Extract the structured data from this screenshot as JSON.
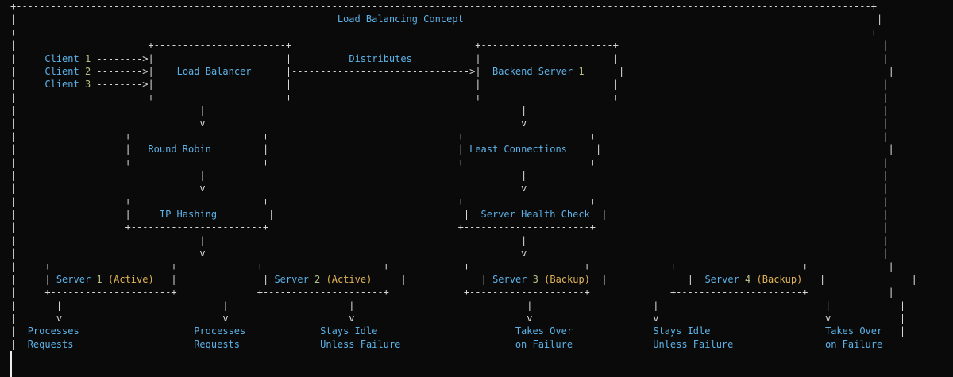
{
  "title": "Load Balancing Concept",
  "palette": {
    "background": "#0a0a0a",
    "structure_gray": "#d8d8d8",
    "label_blue": "#5cb2e8",
    "number_green": "#b9c083",
    "status_yellow": "#e0b456",
    "cursor_white": "#ececec"
  },
  "cursor": {
    "row": 27,
    "col": 0,
    "rows_tall": 2,
    "visible": true
  },
  "rows": [
    [
      [
        0,
        "+"
      ],
      [
        1,
        "-",
        "s",
        149
      ],
      [
        150,
        "+"
      ]
    ],
    [
      [
        0,
        "|"
      ],
      [
        57,
        "Load Balancing Concept",
        "b"
      ],
      [
        151,
        "|"
      ]
    ],
    [
      [
        0,
        "+"
      ],
      [
        1,
        "-",
        "s",
        149
      ],
      [
        150,
        "+"
      ]
    ],
    [
      [
        0,
        "|"
      ],
      [
        24,
        "+"
      ],
      [
        25,
        "-",
        "s",
        23
      ],
      [
        48,
        "+"
      ],
      [
        81,
        "+"
      ],
      [
        82,
        "-",
        "s",
        23
      ],
      [
        105,
        "+"
      ],
      [
        152,
        "|"
      ]
    ],
    [
      [
        0,
        "|"
      ],
      [
        6,
        "Client",
        "b"
      ],
      [
        13,
        "1",
        "g"
      ],
      [
        15,
        "-",
        "s",
        8
      ],
      [
        23,
        ">"
      ],
      [
        24,
        "|"
      ],
      [
        48,
        "|"
      ],
      [
        59,
        "Distributes",
        "b"
      ],
      [
        81,
        "|"
      ],
      [
        105,
        "|"
      ],
      [
        152,
        "|"
      ]
    ],
    [
      [
        0,
        "|"
      ],
      [
        6,
        "Client",
        "b"
      ],
      [
        13,
        "2",
        "g"
      ],
      [
        15,
        "-",
        "s",
        8
      ],
      [
        23,
        ">"
      ],
      [
        24,
        "|"
      ],
      [
        29,
        "Load Balancer",
        "b"
      ],
      [
        48,
        "|"
      ],
      [
        49,
        "-",
        "s",
        31
      ],
      [
        80,
        ">"
      ],
      [
        81,
        "|"
      ],
      [
        84,
        "Backend Server",
        "b"
      ],
      [
        99,
        "1",
        "g"
      ],
      [
        106,
        "|"
      ],
      [
        153,
        "|"
      ]
    ],
    [
      [
        0,
        "|"
      ],
      [
        6,
        "Client",
        "b"
      ],
      [
        13,
        "3",
        "g"
      ],
      [
        15,
        "-",
        "s",
        8
      ],
      [
        23,
        ">"
      ],
      [
        24,
        "|"
      ],
      [
        48,
        "|"
      ],
      [
        81,
        "|"
      ],
      [
        105,
        "|"
      ],
      [
        152,
        "|"
      ]
    ],
    [
      [
        0,
        "|"
      ],
      [
        24,
        "+"
      ],
      [
        25,
        "-",
        "s",
        23
      ],
      [
        48,
        "+"
      ],
      [
        81,
        "+"
      ],
      [
        82,
        "-",
        "s",
        23
      ],
      [
        105,
        "+"
      ],
      [
        152,
        "|"
      ]
    ],
    [
      [
        0,
        "|"
      ],
      [
        33,
        "|"
      ],
      [
        89,
        "|"
      ],
      [
        152,
        "|"
      ]
    ],
    [
      [
        0,
        "|"
      ],
      [
        33,
        "v"
      ],
      [
        89,
        "v"
      ],
      [
        152,
        "|"
      ]
    ],
    [
      [
        0,
        "|"
      ],
      [
        20,
        "+"
      ],
      [
        21,
        "-",
        "s",
        23
      ],
      [
        44,
        "+"
      ],
      [
        78,
        "+"
      ],
      [
        79,
        "-",
        "s",
        22
      ],
      [
        101,
        "+"
      ],
      [
        152,
        "|"
      ]
    ],
    [
      [
        0,
        "|"
      ],
      [
        20,
        "|"
      ],
      [
        24,
        "Round Robin",
        "b"
      ],
      [
        44,
        "|"
      ],
      [
        78,
        "|"
      ],
      [
        80,
        "Least Connections",
        "b"
      ],
      [
        102,
        "|"
      ],
      [
        153,
        "|"
      ]
    ],
    [
      [
        0,
        "|"
      ],
      [
        20,
        "+"
      ],
      [
        21,
        "-",
        "s",
        23
      ],
      [
        44,
        "+"
      ],
      [
        78,
        "+"
      ],
      [
        79,
        "-",
        "s",
        22
      ],
      [
        101,
        "+"
      ],
      [
        152,
        "|"
      ]
    ],
    [
      [
        0,
        "|"
      ],
      [
        33,
        "|"
      ],
      [
        89,
        "|"
      ],
      [
        152,
        "|"
      ]
    ],
    [
      [
        0,
        "|"
      ],
      [
        33,
        "v"
      ],
      [
        89,
        "v"
      ],
      [
        152,
        "|"
      ]
    ],
    [
      [
        0,
        "|"
      ],
      [
        20,
        "+"
      ],
      [
        21,
        "-",
        "s",
        23
      ],
      [
        44,
        "+"
      ],
      [
        78,
        "+"
      ],
      [
        79,
        "-",
        "s",
        22
      ],
      [
        101,
        "+"
      ],
      [
        152,
        "|"
      ]
    ],
    [
      [
        0,
        "|"
      ],
      [
        20,
        "|"
      ],
      [
        26,
        "IP Hashing",
        "b"
      ],
      [
        45,
        "|"
      ],
      [
        79,
        "|"
      ],
      [
        82,
        "Server Health Check",
        "b"
      ],
      [
        103,
        "|"
      ],
      [
        152,
        "|"
      ]
    ],
    [
      [
        0,
        "|"
      ],
      [
        20,
        "+"
      ],
      [
        21,
        "-",
        "s",
        23
      ],
      [
        44,
        "+"
      ],
      [
        78,
        "+"
      ],
      [
        79,
        "-",
        "s",
        22
      ],
      [
        101,
        "+"
      ],
      [
        152,
        "|"
      ]
    ],
    [
      [
        0,
        "|"
      ],
      [
        33,
        "|"
      ],
      [
        89,
        "|"
      ],
      [
        152,
        "|"
      ]
    ],
    [
      [
        0,
        "|"
      ],
      [
        33,
        "v"
      ],
      [
        89,
        "v"
      ],
      [
        152,
        "|"
      ]
    ],
    [
      [
        0,
        "|"
      ],
      [
        6,
        "+"
      ],
      [
        7,
        "-",
        "s",
        21
      ],
      [
        28,
        "+"
      ],
      [
        43,
        "+"
      ],
      [
        44,
        "-",
        "s",
        21
      ],
      [
        65,
        "+"
      ],
      [
        79,
        "+"
      ],
      [
        80,
        "-",
        "s",
        20
      ],
      [
        100,
        "+"
      ],
      [
        115,
        "+"
      ],
      [
        116,
        "-",
        "s",
        22
      ],
      [
        138,
        "+"
      ],
      [
        153,
        "|"
      ]
    ],
    [
      [
        0,
        "|"
      ],
      [
        6,
        "|"
      ],
      [
        8,
        "Server",
        "b"
      ],
      [
        15,
        "1",
        "g"
      ],
      [
        17,
        "(Active)",
        "y"
      ],
      [
        28,
        "|"
      ],
      [
        44,
        "|"
      ],
      [
        46,
        "Server",
        "b"
      ],
      [
        53,
        "2",
        "g"
      ],
      [
        55,
        "(Active)",
        "y"
      ],
      [
        68,
        "|"
      ],
      [
        82,
        "|"
      ],
      [
        84,
        "Server",
        "b"
      ],
      [
        91,
        "3",
        "g"
      ],
      [
        93,
        "(Backup)",
        "y"
      ],
      [
        103,
        "|"
      ],
      [
        118,
        "|"
      ],
      [
        121,
        "Server",
        "b"
      ],
      [
        128,
        "4",
        "g"
      ],
      [
        130,
        "(Backup)",
        "y"
      ],
      [
        141,
        "|"
      ],
      [
        157,
        "|"
      ]
    ],
    [
      [
        0,
        "|"
      ],
      [
        6,
        "+"
      ],
      [
        7,
        "-",
        "s",
        21
      ],
      [
        28,
        "+"
      ],
      [
        43,
        "+"
      ],
      [
        44,
        "-",
        "s",
        21
      ],
      [
        65,
        "+"
      ],
      [
        79,
        "+"
      ],
      [
        80,
        "-",
        "s",
        20
      ],
      [
        100,
        "+"
      ],
      [
        115,
        "+"
      ],
      [
        116,
        "-",
        "s",
        22
      ],
      [
        138,
        "+"
      ],
      [
        153,
        "|"
      ]
    ],
    [
      [
        0,
        "|"
      ],
      [
        8,
        "|"
      ],
      [
        37,
        "|"
      ],
      [
        59,
        "|"
      ],
      [
        90,
        "|"
      ],
      [
        112,
        "|"
      ],
      [
        142,
        "|"
      ],
      [
        155,
        "|"
      ]
    ],
    [
      [
        0,
        "|"
      ],
      [
        8,
        "v"
      ],
      [
        37,
        "v"
      ],
      [
        59,
        "v"
      ],
      [
        90,
        "v"
      ],
      [
        112,
        "v"
      ],
      [
        142,
        "v"
      ],
      [
        155,
        "|"
      ]
    ],
    [
      [
        0,
        "|"
      ],
      [
        3,
        "Processes",
        "b"
      ],
      [
        32,
        "Processes",
        "b"
      ],
      [
        54,
        "Stays Idle",
        "b"
      ],
      [
        88,
        "Takes Over",
        "b"
      ],
      [
        112,
        "Stays Idle",
        "b"
      ],
      [
        142,
        "Takes Over",
        "b"
      ],
      [
        155,
        "|"
      ]
    ],
    [
      [
        0,
        "|"
      ],
      [
        3,
        "Requests",
        "b"
      ],
      [
        32,
        "Requests",
        "b"
      ],
      [
        54,
        "Unless Failure",
        "b"
      ],
      [
        88,
        "on Failure",
        "b"
      ],
      [
        112,
        "Unless Failure",
        "b"
      ],
      [
        142,
        "on Failure",
        "b"
      ]
    ],
    [],
    []
  ]
}
